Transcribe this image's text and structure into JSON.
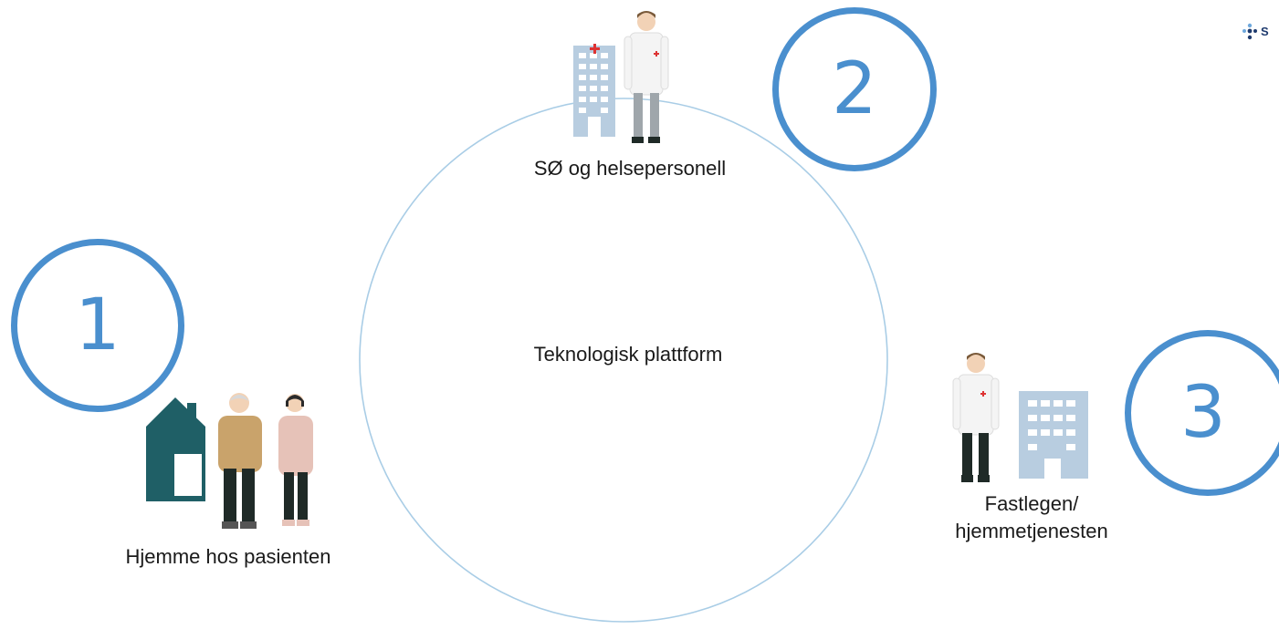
{
  "logo": {
    "text": "S"
  },
  "center": {
    "label": "Teknologisk plattform"
  },
  "nodes": {
    "hospital": {
      "number": "2",
      "label": "SØ og helsepersonell"
    },
    "home": {
      "number": "1",
      "label": "Hjemme hos pasienten"
    },
    "gp": {
      "number": "3",
      "label_line1": "Fastlegen/",
      "label_line2": "hjemmetjenesten"
    }
  },
  "colors": {
    "ring": "#4a8fce",
    "platform_circle": "#a9cde6",
    "building": "#b8cde0",
    "house": "#1f5f66",
    "coat": "#f4f4f4",
    "pants": "#1f2a27",
    "sweater_man": "#c9a36b",
    "sweater_woman": "#e6c2b8"
  }
}
